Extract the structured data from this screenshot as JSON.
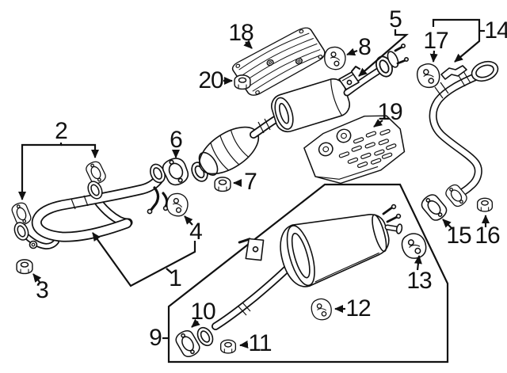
{
  "diagram": {
    "background_color": "#ffffff",
    "line_color": "#111111"
  },
  "callouts": [
    {
      "label": "1"
    },
    {
      "label": "2"
    },
    {
      "label": "3"
    },
    {
      "label": "4"
    },
    {
      "label": "5"
    },
    {
      "label": "6"
    },
    {
      "label": "7"
    },
    {
      "label": "8"
    },
    {
      "label": "9"
    },
    {
      "label": "10"
    },
    {
      "label": "11"
    },
    {
      "label": "12"
    },
    {
      "label": "13"
    },
    {
      "label": "14"
    },
    {
      "label": "15"
    },
    {
      "label": "16"
    },
    {
      "label": "17"
    },
    {
      "label": "18"
    },
    {
      "label": "19"
    },
    {
      "label": "20"
    }
  ]
}
